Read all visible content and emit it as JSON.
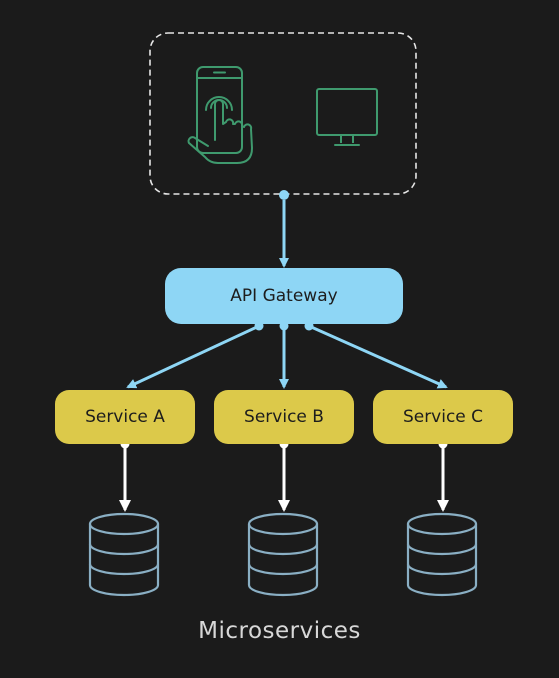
{
  "diagram": {
    "gateway_label": "API Gateway",
    "services": [
      {
        "label": "Service A"
      },
      {
        "label": "Service B"
      },
      {
        "label": "Service C"
      }
    ],
    "caption": "Microservices"
  },
  "colors": {
    "background": "#1b1b1b",
    "client_icons": "#3f9a6e",
    "gateway": "#8ed6f5",
    "connector": "#8ed6f5",
    "service": "#dcc94a",
    "database": "#8aafc4",
    "db_arrow": "#ffffff",
    "client_border": "#e6e6e6"
  },
  "icons": {
    "client_devices": [
      "touch-phone-icon",
      "monitor-icon"
    ],
    "database": "database-icon"
  }
}
